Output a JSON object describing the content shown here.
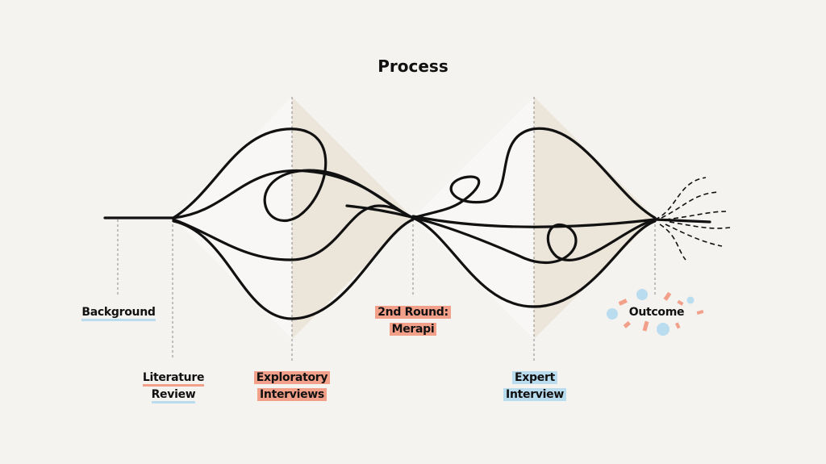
{
  "title": "Process",
  "stages": {
    "background": "Background",
    "literature_1": "Literature",
    "literature_2": "Review",
    "exploratory_1": "Exploratory",
    "exploratory_2": "Interviews",
    "second_round_1": "2nd Round:",
    "second_round_2": "Merapi",
    "expert_1": "Expert",
    "expert_2": "Interview",
    "outcome": "Outcome"
  },
  "colors": {
    "salmon": "#f2a08a",
    "blue": "#b9dcef",
    "beige": "#ebe5da",
    "background": "#f4f3f0"
  }
}
